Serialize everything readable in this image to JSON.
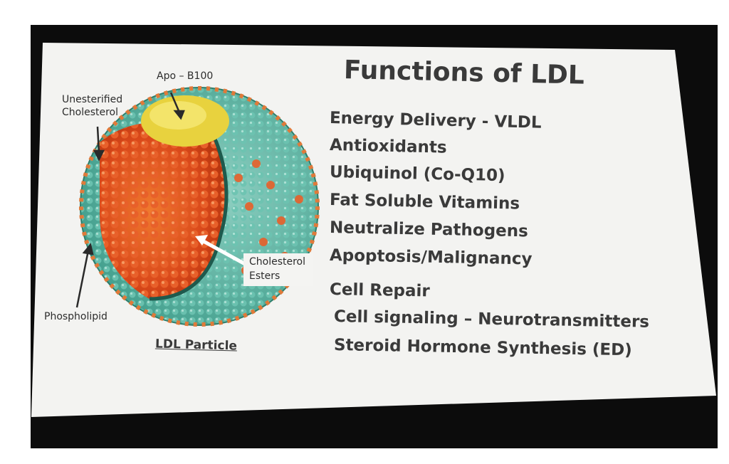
{
  "slide": {
    "title": "Functions of LDL",
    "functions": [
      "Energy Delivery - VLDL",
      "Antioxidants",
      "Ubiquinol (Co-Q10)",
      "Fat Soluble Vitamins",
      "Neutralize Pathogens",
      "Apoptosis/Malignancy",
      "Cell Repair",
      "Cell signaling – Neurotransmitters",
      "Steroid Hormone Synthesis (ED)"
    ]
  },
  "diagram": {
    "labels": {
      "apo": "Apo – B100",
      "unesterified_line1": "Unesterified",
      "unesterified_line2": "Cholesterol",
      "esters_line1": "Cholesterol",
      "esters_line2": "Esters",
      "phospholipid": "Phospholipid",
      "caption": "LDL Particle"
    }
  },
  "colors": {
    "slide_background": "#f3f3f1",
    "frame": "#0c0c0c",
    "text": "#3a3a3a",
    "core_orange": "#e2541c",
    "shell_teal": "#5fb7a6",
    "apo_yellow": "#e8d23e"
  }
}
